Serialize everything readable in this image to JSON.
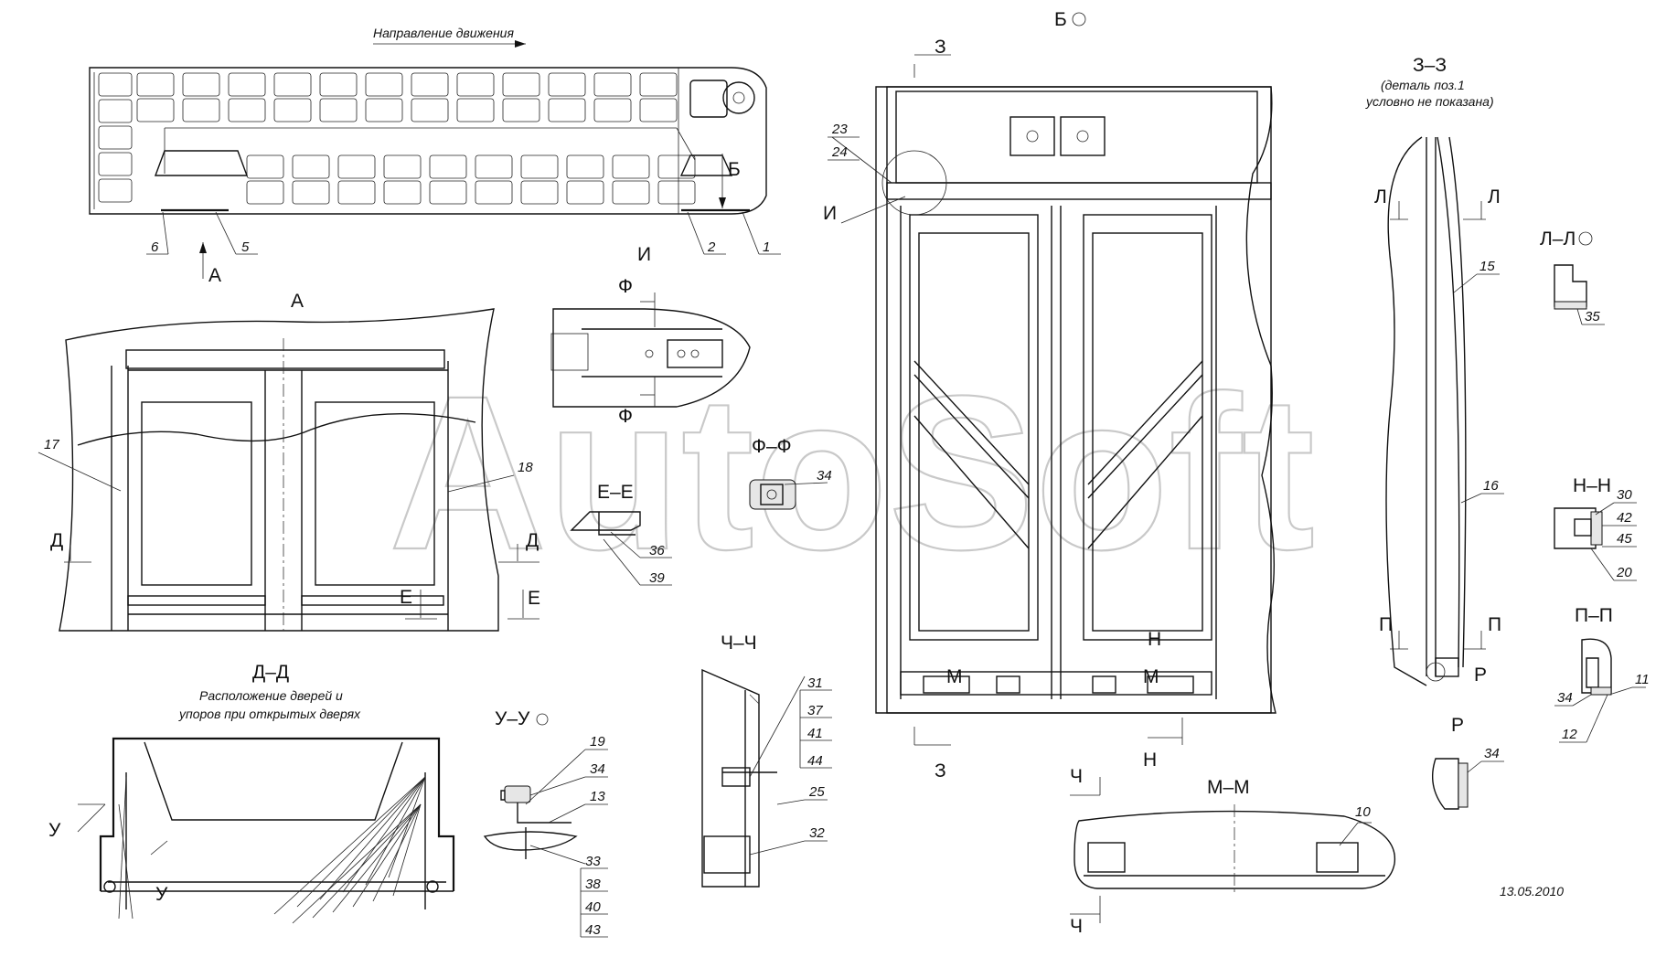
{
  "watermark": "AutoSoft",
  "date": "13.05.2010",
  "notes": {
    "direction": "Направление движения",
    "detail_note_1": "(деталь поз.1",
    "detail_note_2": "условно не показана)",
    "doors_note_1": "Расположение дверей и",
    "doors_note_2": "упоров при открытых дверях"
  },
  "sections": {
    "A": "А",
    "B": "Б",
    "I": "И",
    "F": "Ф",
    "FF": "Ф–Ф",
    "EE": "Е–Е",
    "DD": "Д–Д",
    "UU": "У–У",
    "CHCH": "Ч–Ч",
    "ZZ": "З–З",
    "LL": "Л–Л",
    "NN": "Н–Н",
    "PP": "П–П",
    "MM": "М–М",
    "R": "Р",
    "Z": "З",
    "L": "Л",
    "P": "П",
    "N": "Н",
    "M": "М",
    "D": "Д",
    "E": "Е",
    "U": "У",
    "CH": "Ч"
  },
  "callouts": [
    "1",
    "2",
    "5",
    "6",
    "10",
    "11",
    "12",
    "13",
    "15",
    "16",
    "17",
    "18",
    "19",
    "20",
    "23",
    "24",
    "25",
    "30",
    "31",
    "32",
    "33",
    "34",
    "35",
    "36",
    "37",
    "38",
    "39",
    "40",
    "41",
    "42",
    "43",
    "44",
    "45"
  ]
}
